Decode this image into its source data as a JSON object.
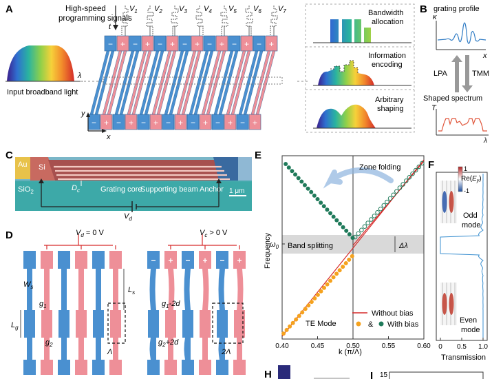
{
  "panel_letters": {
    "A": "A",
    "B": "B",
    "C": "C",
    "D": "D",
    "E": "E",
    "F": "F",
    "H": "H",
    "I": "I"
  },
  "panelA": {
    "high_speed_l1": "High-speed",
    "high_speed_l2": "programming signals",
    "t_axis": "t",
    "voltages": [
      "V",
      "V",
      "V",
      "V",
      "V",
      "V",
      "V"
    ],
    "voltage_subs": [
      "1",
      "2",
      "3",
      "4",
      "5",
      "6",
      "7"
    ],
    "input_light": "Input broadband light",
    "lambda": "λ",
    "x_axis": "x",
    "y_axis": "y",
    "plus": "+",
    "minus": "−",
    "box1": "Bandwidth",
    "box1b": "allocation",
    "box2": "Information",
    "box2b": "encoding",
    "box3": "Arbitrary",
    "box3b": "shaping"
  },
  "panelB": {
    "title": "grating profile",
    "kappa": "κ",
    "x": "x",
    "lpa": "LPA",
    "tmm": "TMM",
    "shaped": "Shaped spectrum",
    "T": "T",
    "lambda": "λ"
  },
  "panelC": {
    "au": "Au",
    "si": "Si",
    "sio2": "SiO",
    "sio2_sub": "2",
    "dc": "D",
    "dc_sub": "c",
    "grating_core": "Grating core",
    "supporting_beam": "Supporting beam",
    "anchor": "Anchor",
    "scale": "1 μm",
    "vd": "V",
    "vd_sub": "d"
  },
  "panelD": {
    "left_label": "V",
    "left_label_sub": "d",
    "left_label_rest": " = 0 V",
    "right_label": "V",
    "right_label_sub": "c",
    "right_label_rest": " > 0 V",
    "ws": "W",
    "ws_sub": "s",
    "ls": "L",
    "ls_sub": "s",
    "lg": "L",
    "lg_sub": "g",
    "g1": "g",
    "g1_sub": "1",
    "g2": "g",
    "g2_sub": "2",
    "lam": "Λ",
    "g1m": "g",
    "g1m_sub": "1",
    "g1m_rest": "-2d",
    "g2p": "g",
    "g2p_sub": "2",
    "g2p_rest": "+2d",
    "lam2": "2Λ"
  },
  "panelE": {
    "zone_folding": "Zone folding",
    "band_splitting": "Band splitting",
    "delta_lambda": "Δλ",
    "ylabel": "Frequency",
    "omega": "ω",
    "omega_sub": "0",
    "xlabel": "k (π/Λ)",
    "xticks": [
      "0.40",
      "0.45",
      "0.50",
      "0.55",
      "0.60"
    ],
    "legend_red": "Without bias",
    "legend_amp": "&",
    "legend_with": "With bias",
    "te_mode": "TE Mode"
  },
  "panelF": {
    "re": "Re(",
    "e": "E",
    "e_sub": "y",
    "re_close": ")",
    "one": "1",
    "minus_one": "-1",
    "odd": "Odd",
    "odd2": "mode",
    "even": "Even",
    "even2": "mode",
    "xticks": [
      "0",
      "0.5",
      "1.0"
    ],
    "xlabel": "Transmission"
  },
  "panelI": {
    "tick15": "15"
  },
  "colors": {
    "blue": "#4a90d0",
    "pink": "#ee8f98",
    "teal": "#1f7a5a",
    "orange": "#f5a21e",
    "red": "#d62a2a"
  }
}
